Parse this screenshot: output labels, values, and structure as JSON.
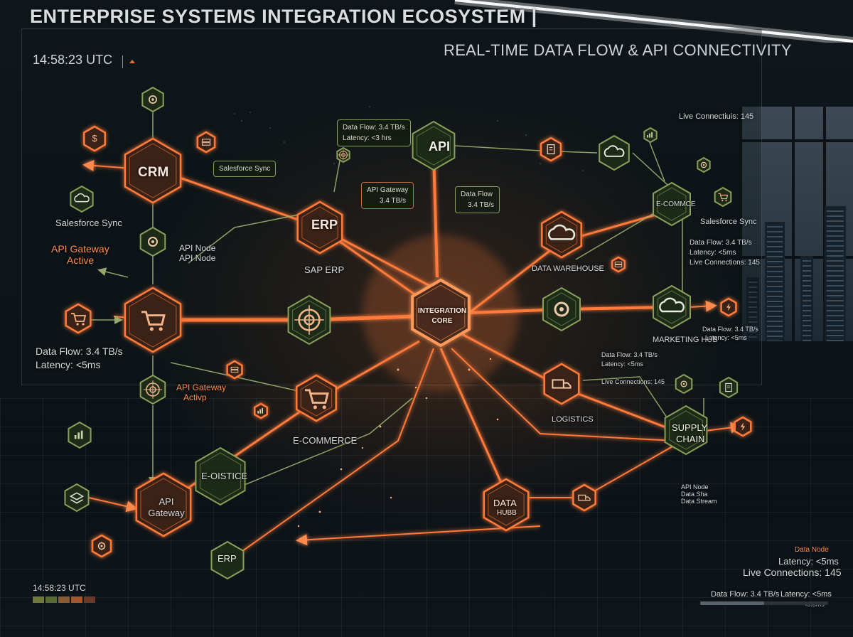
{
  "header": {
    "title": "ENTERPRISE SYSTEMS INTEGRATION ECOSYSTEM | ",
    "subtitle": "REAL-TIME DATA FLOW & API CONNECTIVITY",
    "clock": "14:58:23 UTC",
    "live_connections": "Live Connectiuis: 145"
  },
  "nodes": {
    "core": [
      "INTEGRATION",
      "CORE"
    ],
    "crm": "CRM",
    "erp_top": "ERP",
    "api": "API",
    "api_gateway": [
      "API",
      "Gateway"
    ],
    "erp_bottom": "ERP",
    "data_hub": [
      "DATA",
      "HUBB"
    ],
    "supply_chain": [
      "SUPPLY",
      "CHAIN"
    ],
    "e_commerce_hex": "E-COMMCE",
    "logistics_hex": "E-OISTICE"
  },
  "labels": {
    "salesforce_sync_left": "Salesforce Sync",
    "salesforce_sync_right": "Salesforce Sync",
    "sap_erp": "SAP ERP",
    "data_warehouse": "DATA WAREHOUSE",
    "marketing_hub": "MARKETING HUB",
    "logistics": "LOGISTICS",
    "e_commerce": "E-COMMERCE",
    "api_gateway_active_1": [
      "API Gateway",
      "Active"
    ],
    "api_gateway_active_2": [
      "API Gateway",
      "Activp"
    ],
    "api_node": [
      "API Node",
      "API Node"
    ],
    "data_flow_left": "Data Flow: 3.4 TB/s",
    "latency_left": "Latency: <5ms",
    "data_node": "Data Node",
    "latency_br": "Latency: <5ms",
    "live_connections_br": "Live Connections: 145",
    "data_flow_bottom": "Data Flow: 3.4 TB/s",
    "latency_bottom": "Latency: <5ms",
    "latency_sub": "<5.3ms",
    "clock_bottom": "14:58:23 UTC",
    "data_flow_right_1": "Data Flow: 3.4 TB/s",
    "latency_right_1": "Latency: <5ms",
    "live_connections_right": "Live Connections: 145",
    "data_flow_right_2": "Data Flow: 3.4 TB/s",
    "latency_right_2": "Latency: <5ms",
    "data_mini_1": "Data Flow: 3.4 TB/s",
    "data_mini_2": "Latency: <5ms",
    "data_mini_3": "Live Connections: 145",
    "api_mini": [
      "API Node",
      "Data Sha",
      "Data Stream"
    ]
  },
  "tags": {
    "data_flow_top": [
      "Data Flow: 3.4 TB/s",
      "Latency: <3 hrs"
    ],
    "salesforce_sync": "Salesforce Sync",
    "api_gateway_tag": [
      "API Gateway",
      "3.4 TB/s"
    ],
    "data_flow_tag": [
      "Data Flow",
      "3.4 TB/s"
    ]
  },
  "icons": [
    "gear-icon",
    "dollar-icon",
    "server-icon",
    "cloud-icon",
    "cart-icon",
    "target-icon",
    "globe-icon",
    "chart-icon",
    "layers-icon",
    "settings-icon",
    "box-icon",
    "truck-icon",
    "document-icon",
    "lightning-icon"
  ],
  "colors": {
    "accent": "#ff7a3a",
    "accent_glow": "#ff9a5a",
    "node_orange_fill": "#3a2418",
    "node_green_fill": "#1e2a18",
    "node_green_stroke": "#8aa05a",
    "line_green": "#9ab070"
  },
  "legend_colors": [
    "#6f7a3a",
    "#5a6a32",
    "#8a5a32",
    "#a2582c",
    "#6a3a2a"
  ],
  "progress_ratio": 0.5
}
